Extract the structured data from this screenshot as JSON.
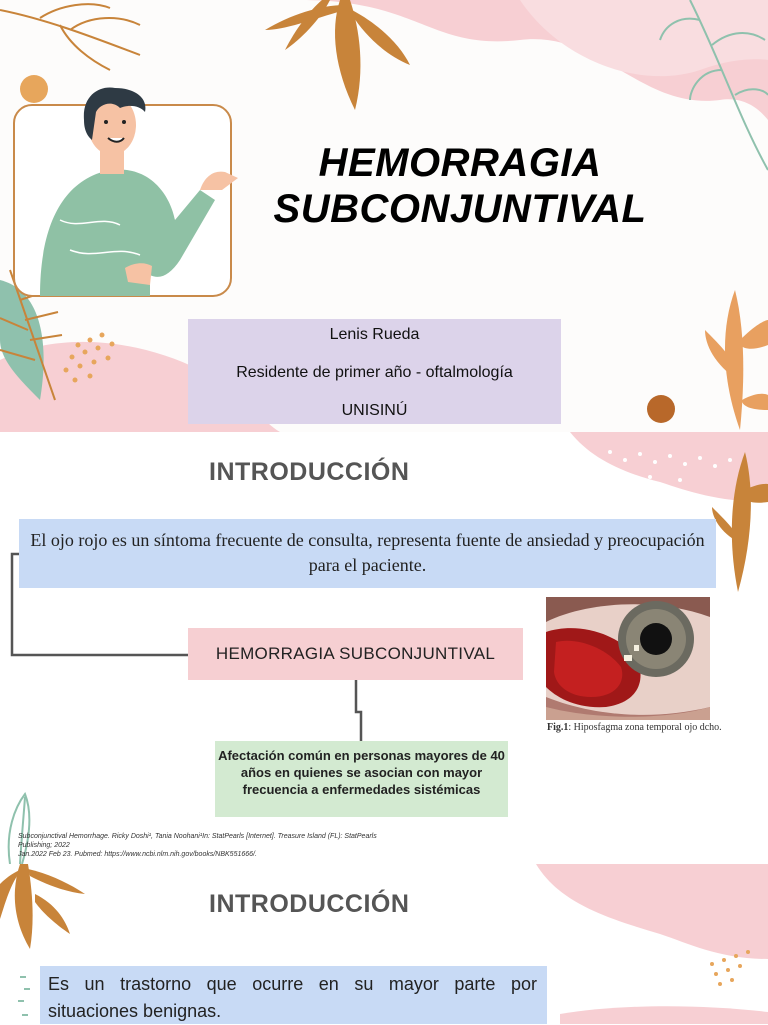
{
  "slide1": {
    "title_line1": "HEMORRAGIA",
    "title_line2": "SUBCONJUNTIVAL",
    "author": "Lenis Rueda",
    "role": "Residente de primer año - oftalmología",
    "institution": "UNISINÚ"
  },
  "slide2": {
    "heading": "INTRODUCCIÓN",
    "intro_text": "El ojo rojo es un síntoma frecuente de consulta, representa fuente de ansiedad y preocupación para el paciente.",
    "topic_box": "HEMORRAGIA SUBCONJUNTIVAL",
    "finding_box": "Afectación común en personas mayores de 40 años en quienes se asocian con mayor frecuencia a enfermedades sistémicas",
    "figure_label": "Fig.1",
    "figure_caption": ": Hiposfagma zona temporal ojo dcho.",
    "reference_line1": "Subconjunctival Hemorrhage. Ricky Doshi¹, Tania Noohani¹In: StatPearls [Internet]. Treasure Island (FL): StatPearls Publishing; 2022",
    "reference_line2": "Jan.2022 Feb 23. Pubmed: https://www.ncbi.nlm.nih.gov/books/NBK551666/."
  },
  "slide3": {
    "heading": "INTRODUCCIÓN",
    "text": "Es un trastorno que ocurre en su mayor parte por situaciones benignas."
  },
  "colors": {
    "pink": "#f6cfd2",
    "orange_leaf": "#c8843a",
    "mint_leaf": "#8fc1ad",
    "lilac_box": "#dcd3ea",
    "blue_box": "#c8daf5",
    "green_box": "#d3ead1",
    "heading_gray": "#555555"
  }
}
